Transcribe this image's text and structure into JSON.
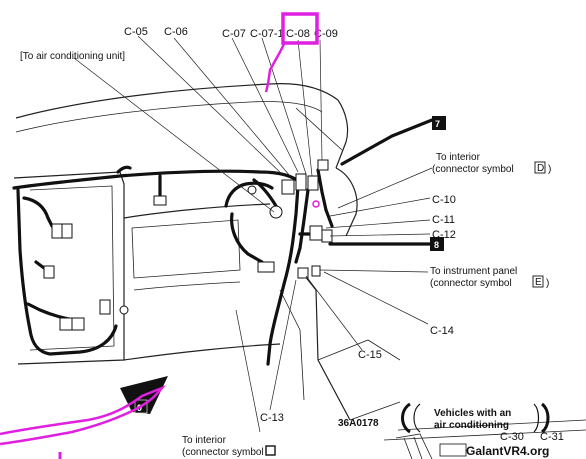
{
  "labels": {
    "c05": "C-05",
    "c06": "C-06",
    "c07": "C-07",
    "c071": "C-07-1",
    "c08": "C-08",
    "c09": "C-09",
    "c10": "C-10",
    "c11": "C-11",
    "c12": "C-12",
    "c13": "C-13",
    "c14": "C-14",
    "c15": "C-15",
    "c30": "C-30",
    "c31": "C-31",
    "air_cond_unit": "[To air conditioning unit]",
    "to_interior_d_line1": "To interior",
    "to_interior_d_line2": "(connector symbol",
    "to_interior_d_symbol": "D",
    "to_instrument_line1": "To instrument panel",
    "to_instrument_line2": "(connector symbol",
    "to_instrument_symbol": "E",
    "to_interior_bottom_line1": "To interior",
    "to_interior_bottom_line2": "(connector symbol",
    "figure_code": "36A0178",
    "vehicles_line1": "Vehicles with an",
    "vehicles_line2": "air conditioning",
    "watermark": "GalantVR4.org"
  },
  "badges": {
    "b7": "7",
    "b8": "8",
    "b9": "9"
  },
  "colors": {
    "line": "#111111",
    "highlight": "#e020e0",
    "background": "#ffffff"
  }
}
